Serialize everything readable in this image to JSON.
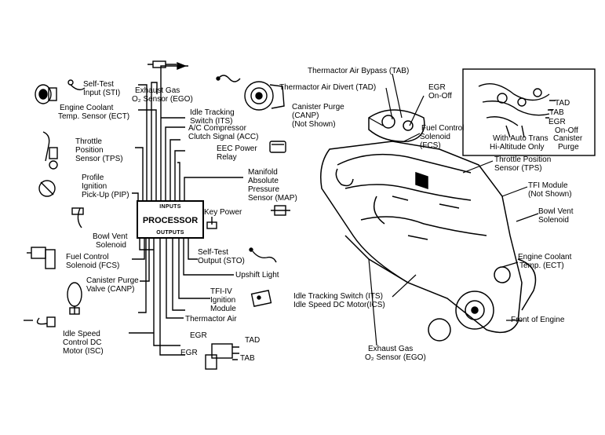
{
  "processor": {
    "inputs": "INPUTS",
    "name": "PROCESSOR",
    "outputs": "OUTPUTS"
  },
  "left_labels": {
    "sti": [
      "Self-Test",
      "Input (STI)"
    ],
    "ego": [
      "Exhaust Gas",
      "O₂ Sensor (EGO)"
    ],
    "ect": [
      "Engine Coolant",
      "Temp. Sensor (ECT)"
    ],
    "its": [
      "Idle Tracking",
      "Switch (ITS)"
    ],
    "acc": [
      "A/C Compressor",
      "Clutch Signal (ACC)"
    ],
    "tps": [
      "Throttle",
      "Position",
      "Sensor (TPS)"
    ],
    "relay": [
      "EEC Power",
      "Relay"
    ],
    "pip": [
      "Profile",
      "Ignition",
      "Pick-Up (PIP)"
    ],
    "map": [
      "Manifold",
      "Absolute",
      "Pressure",
      "Sensor (MAP)"
    ],
    "key_power": "Key Power",
    "bowl_vent": [
      "Bowl Vent",
      "Solenoid"
    ],
    "sto": [
      "Self-Test",
      "Output (STO)"
    ],
    "fcs": [
      "Fuel Control",
      "Solenoid (FCS)"
    ],
    "upshift": "Upshift Light",
    "canp": [
      "Canister Purge",
      "Valve (CANP)"
    ],
    "tfi": [
      "TFI-IV",
      "Ignition",
      "Module"
    ],
    "thermactor": "Thermactor Air",
    "isc": [
      "Idle Speed",
      "Control DC",
      "Motor (ISC)"
    ],
    "egr_top": "EGR",
    "tad": "TAD",
    "egr_bottom": "EGR",
    "tab": "TAB"
  },
  "right_labels": {
    "tab": "Thermactor Air Bypass (TAB)",
    "tad": "Thermactor Air Divert (TAD)",
    "egr": [
      "EGR",
      "On-Off"
    ],
    "canp": [
      "Canister Purge",
      "(CANP)",
      "(Not Shown)"
    ],
    "fcs": [
      "Fuel Control",
      "Solenoid",
      "(FCS)"
    ],
    "inset_tad": "TAD",
    "inset_tab": "TAB",
    "inset_egr": [
      "EGR",
      "On-Off"
    ],
    "inset_auto": [
      "With Auto Trans",
      "Hi-Altitude Only"
    ],
    "inset_canister": [
      "Canister",
      "Purge"
    ],
    "tps": [
      "Throttle Position",
      "Sensor (TPS)"
    ],
    "tfi": [
      "TFI Module",
      "(Not Shown)"
    ],
    "bowl": [
      "Bowl Vent",
      "Solenoid"
    ],
    "ect": [
      "Engine Coolant",
      "Temp. (ECT)"
    ],
    "its": [
      "Idle Tracking Switch (ITS)",
      "Idle Speed DC Motor(ICS)"
    ],
    "front": "Front of Engine",
    "ego": [
      "Exhaust Gas",
      "O₂ Sensor (EGO)"
    ]
  }
}
